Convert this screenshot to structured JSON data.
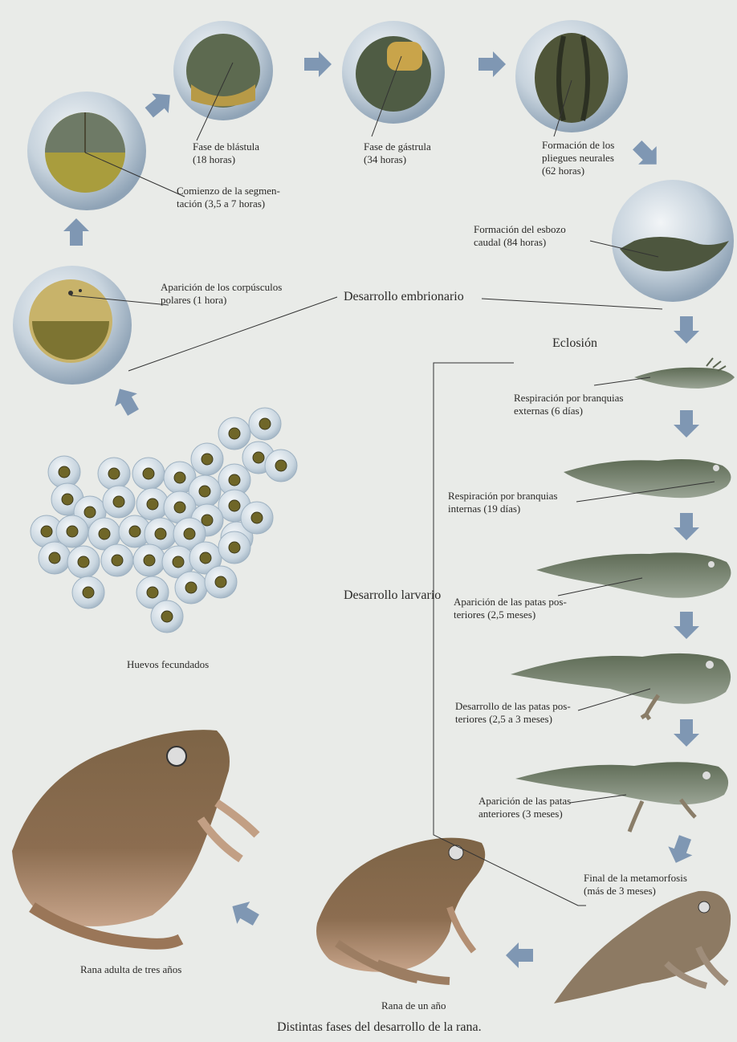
{
  "colors": {
    "background": "#e9ebe8",
    "arrow": "#7f97b3",
    "egg_shell": "#aebfcf",
    "yolk": "#8a7f2c",
    "tadpole": "#6d7f6e",
    "frog_body": "#8b6b4e",
    "leader_line": "#333333"
  },
  "icons": [
    "arrow-icon",
    "egg-icon",
    "tadpole-icon",
    "frog-icon"
  ],
  "labels": {
    "segmentation": "Comienzo de la segmen-\ntación (3,5 a 7 horas)",
    "blastula": "Fase de blástula\n(18 horas)",
    "gastrula": "Fase de gástrula\n(34 horas)",
    "neural_folds": "Formación de los\npliegues neurales\n(62 horas)",
    "caudal_bud": "Formación del esbozo\ncaudal (84 horas)",
    "polar_bodies": "Aparición de los corpúsculos\npolares (1 hora)",
    "embryonic_development": "Desarrollo embrionario",
    "hatching": "Eclosión",
    "external_gills": "Respiración por branquias\nexternas (6 días)",
    "internal_gills": "Respiración por branquias\ninternas (19 días)",
    "larval_development": "Desarrollo larvario",
    "hind_legs_appear": "Aparición de las patas pos-\nteriores (2,5 meses)",
    "hind_legs_develop": "Desarrollo de las patas pos-\nteriores (2,5 a 3 meses)",
    "fertilized_eggs": "Huevos fecundados",
    "front_legs_appear": "Aparición de las patas\nanteriores (3 meses)",
    "metamorphosis_end": "Final de la metamorfosis\n(más de 3 meses)",
    "adult_frog": "Rana adulta de tres años",
    "one_year_frog": "Rana de un año",
    "figure_caption": "Distintas fases del desarrollo de la rana."
  }
}
